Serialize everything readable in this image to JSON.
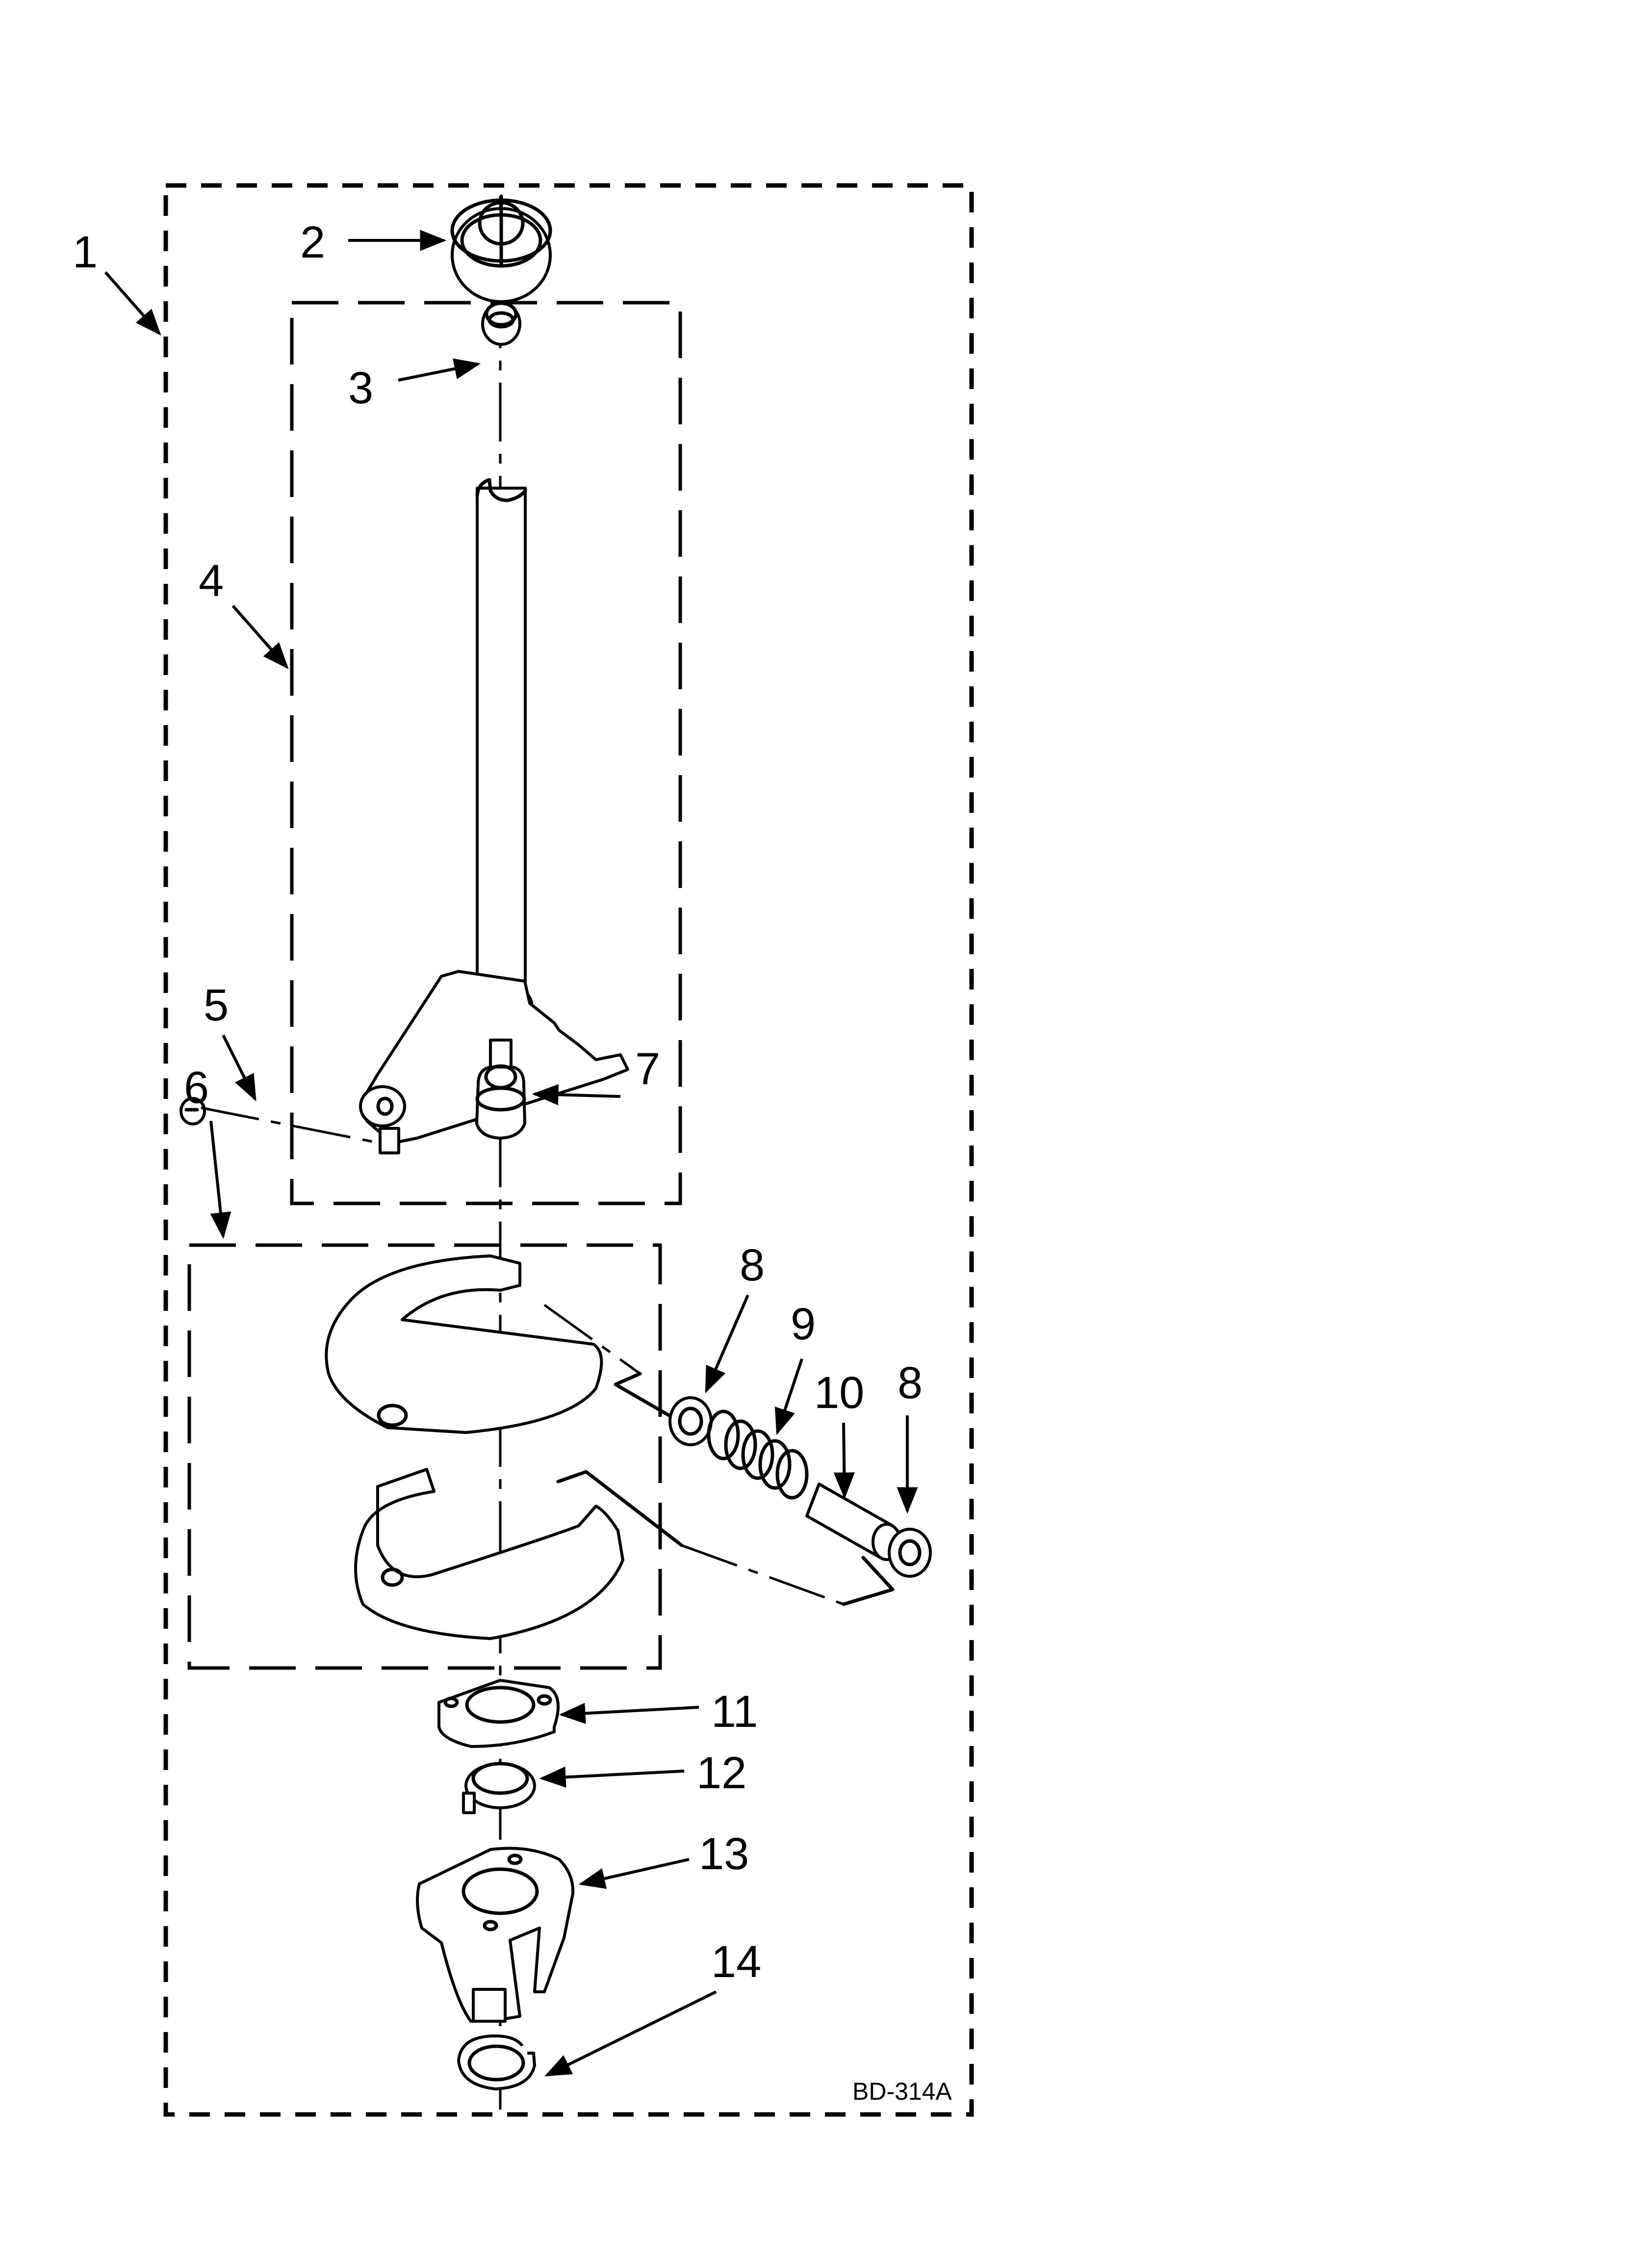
{
  "diagram": {
    "type": "exploded parts diagram",
    "drawing_code": "BD-314A",
    "callouts": [
      {
        "id": "1",
        "label": "1"
      },
      {
        "id": "2",
        "label": "2"
      },
      {
        "id": "3",
        "label": "3"
      },
      {
        "id": "4",
        "label": "4"
      },
      {
        "id": "5",
        "label": "5"
      },
      {
        "id": "6",
        "label": "6"
      },
      {
        "id": "7",
        "label": "7"
      },
      {
        "id": "8a",
        "label": "8"
      },
      {
        "id": "9",
        "label": "9"
      },
      {
        "id": "10",
        "label": "10"
      },
      {
        "id": "8b",
        "label": "8"
      },
      {
        "id": "11",
        "label": "11"
      },
      {
        "id": "12",
        "label": "12"
      },
      {
        "id": "13",
        "label": "13"
      },
      {
        "id": "14",
        "label": "14"
      }
    ],
    "groups": [
      {
        "callout": "1",
        "description": "outer assembly boundary"
      },
      {
        "callout": "4",
        "description": "shaft and shift lever sub-assembly"
      },
      {
        "callout": "6",
        "description": "brake cam halves sub-assembly"
      }
    ],
    "colors": {
      "line": "#000000",
      "background": "#ffffff"
    }
  }
}
